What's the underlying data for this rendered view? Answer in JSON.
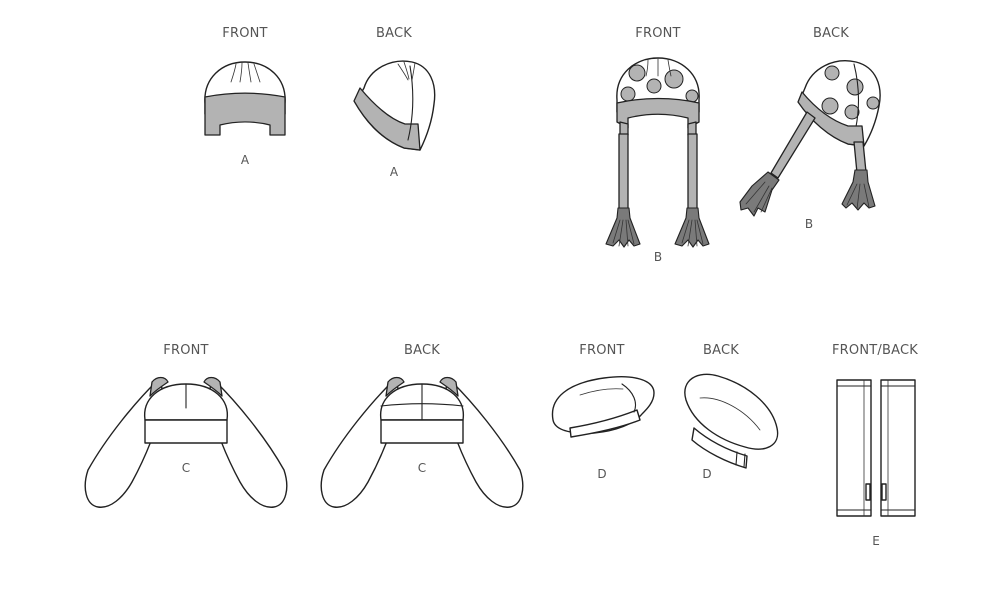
{
  "views": {
    "front": "FRONT",
    "back": "BACK",
    "front_back": "FRONT/BACK"
  },
  "styles": {
    "a": "A",
    "b": "B",
    "c": "C",
    "d": "D",
    "e": "E"
  },
  "colors": {
    "outline": "#222222",
    "fill": "#ffffff",
    "band_gray": "#b3b3b3",
    "tassel_gray": "#7a7a7a",
    "label_text": "#555555"
  }
}
